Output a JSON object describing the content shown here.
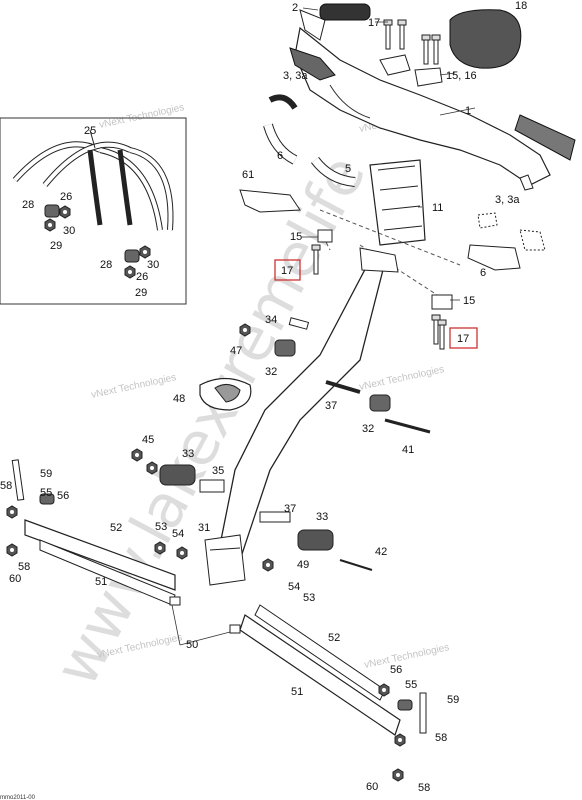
{
  "labels": {
    "l1": "1",
    "l2": "2",
    "l3a": "3, 3a",
    "l3b": "3, 3a",
    "l5": "5",
    "l6a": "6",
    "l6b": "6",
    "l11": "11",
    "l15a": "15, 16",
    "l15b": "15",
    "l15c": "15",
    "l17a": "17",
    "l17b": "17",
    "l17c": "17",
    "l18": "18",
    "l25": "25",
    "l26a": "26",
    "l26b": "26",
    "l28a": "28",
    "l28b": "28",
    "l29a": "29",
    "l29b": "29",
    "l30a": "30",
    "l30b": "30",
    "l31": "31",
    "l32a": "32",
    "l32b": "32",
    "l33a": "33",
    "l33b": "33",
    "l34": "34",
    "l35": "35",
    "l37a": "37",
    "l37b": "37",
    "l41": "41",
    "l42": "42",
    "l45": "45",
    "l47": "47",
    "l48": "48",
    "l49": "49",
    "l50": "50",
    "l51a": "51",
    "l51b": "51",
    "l52a": "52",
    "l52b": "52",
    "l53a": "53",
    "l53b": "53",
    "l54a": "54",
    "l54b": "54",
    "l55a": "55",
    "l55b": "55",
    "l56a": "56",
    "l56b": "56",
    "l58a": "58",
    "l58b": "58",
    "l58c": "58",
    "l58d": "58",
    "l59a": "59",
    "l59b": "59",
    "l60a": "60",
    "l60b": "60",
    "l61": "61"
  },
  "watermarks": {
    "w1": "vNext Technologies",
    "w2": "vNext Technologies",
    "w3": "vNext Technologies",
    "w4": "vNext Technologies",
    "w5": "vNext Technologies",
    "w6": "vNext Technologies"
  },
  "big_watermark": "www.lakextremelife",
  "figure_code": "mmo2011-00"
}
